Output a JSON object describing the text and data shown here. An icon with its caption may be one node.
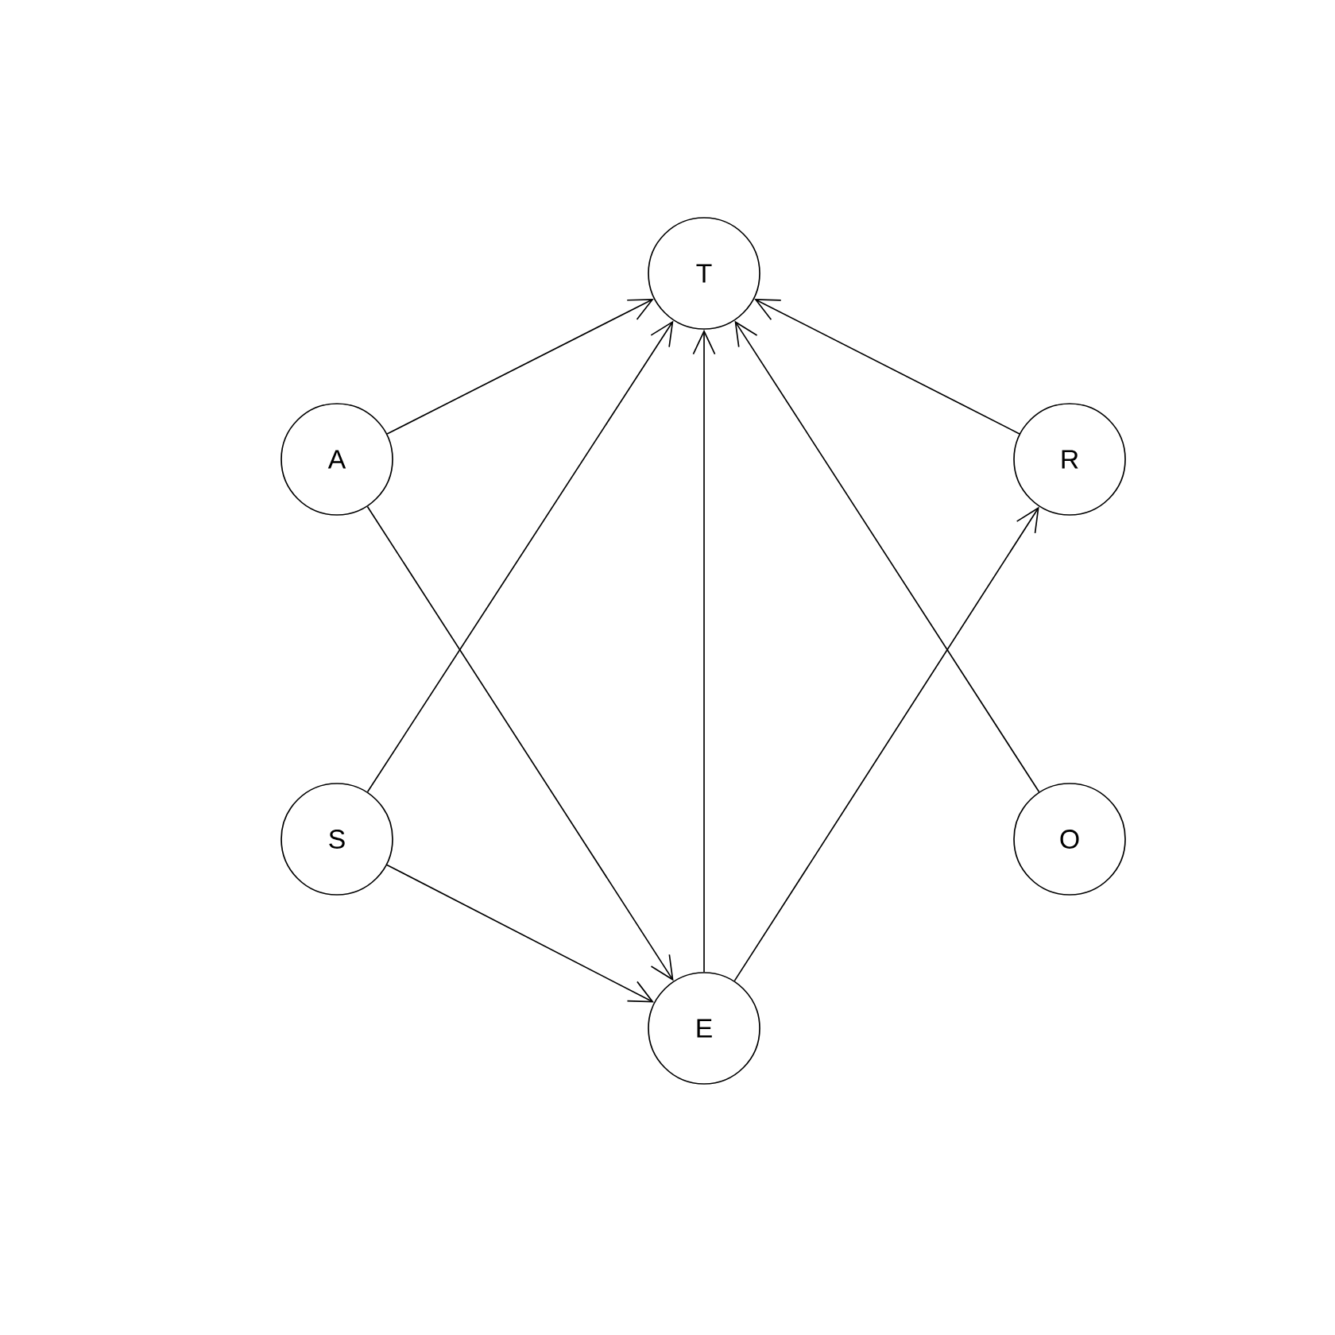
{
  "diagram": {
    "nodes": [
      {
        "text": [
          "T"
        ]
      },
      {
        "text": [
          "A"
        ]
      },
      {
        "text": [
          "R"
        ]
      },
      {
        "text": [
          "S"
        ]
      },
      {
        "text": [
          "O"
        ]
      },
      {
        "text": [
          "E"
        ]
      }
    ],
    "edges": [
      {
        "from": 1,
        "to": 0,
        "arrow": "to"
      },
      {
        "from": 3,
        "to": 0,
        "arrow": "to"
      },
      {
        "from": 5,
        "to": 0,
        "arrow": "to"
      },
      {
        "from": 4,
        "to": 0,
        "arrow": "to"
      },
      {
        "from": 2,
        "to": 0,
        "arrow": "to"
      },
      {
        "from": 1,
        "to": 5,
        "arrow": "to"
      },
      {
        "from": 3,
        "to": 5,
        "arrow": "to"
      },
      {
        "from": 5,
        "to": 2,
        "arrow": "to"
      }
    ]
  }
}
